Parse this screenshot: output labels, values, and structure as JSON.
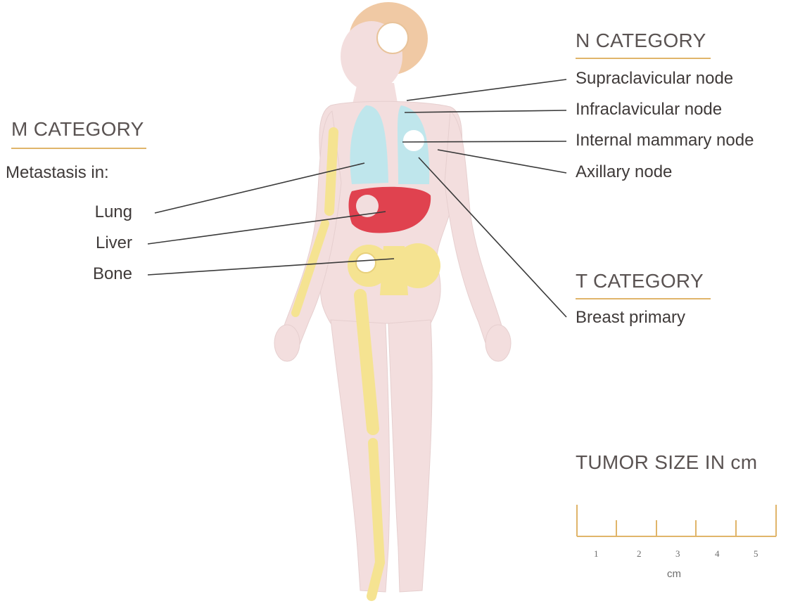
{
  "colors": {
    "skin": "#f3dede",
    "skin_edge": "#e6cfcf",
    "hair": "#f0c9a4",
    "bone": "#f5e391",
    "lung": "#bfe6ec",
    "liver": "#e0424f",
    "metastasis_spot": "#f7ecec",
    "accent_rule": "#e0b56a",
    "text": "#3f3a39"
  },
  "m_category": {
    "heading": "M CATEGORY",
    "intro": "Metastasis in:",
    "sites": [
      "Lung",
      "Liver",
      "Bone"
    ]
  },
  "n_category": {
    "heading": "N CATEGORY",
    "nodes": [
      "Supraclavicular node",
      "Infraclavicular node",
      "Internal mammary node",
      "Axillary node"
    ]
  },
  "t_category": {
    "heading": "T CATEGORY",
    "item": "Breast primary"
  },
  "tumor_scale": {
    "heading": "TUMOR SIZE IN cm",
    "ticks": [
      "1",
      "2",
      "3",
      "4",
      "5"
    ],
    "unit": "cm"
  }
}
